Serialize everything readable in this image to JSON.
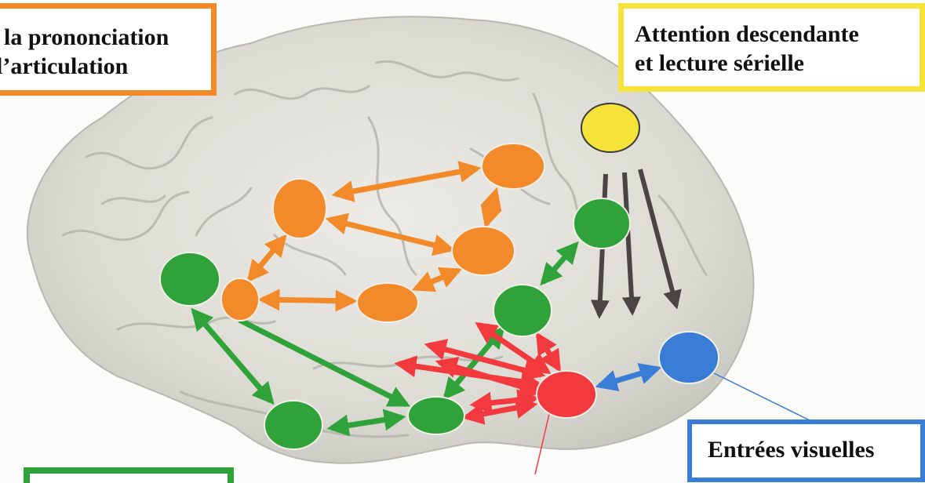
{
  "colors": {
    "articulation": "#f28a2a",
    "attention": "#f5e33a",
    "visual": "#3a7dd6",
    "semantic": "#2fa33a",
    "visual_word_form": "#f23a3e",
    "attention_arrows": "#4a4545"
  },
  "labels": {
    "articulation": {
      "line1": "la prononciation",
      "line2": "l’articulation"
    },
    "attention": {
      "line1": "Attention descendante",
      "line2": "et lecture sérielle"
    },
    "visual": {
      "line1": "Entrées visuelles"
    }
  }
}
